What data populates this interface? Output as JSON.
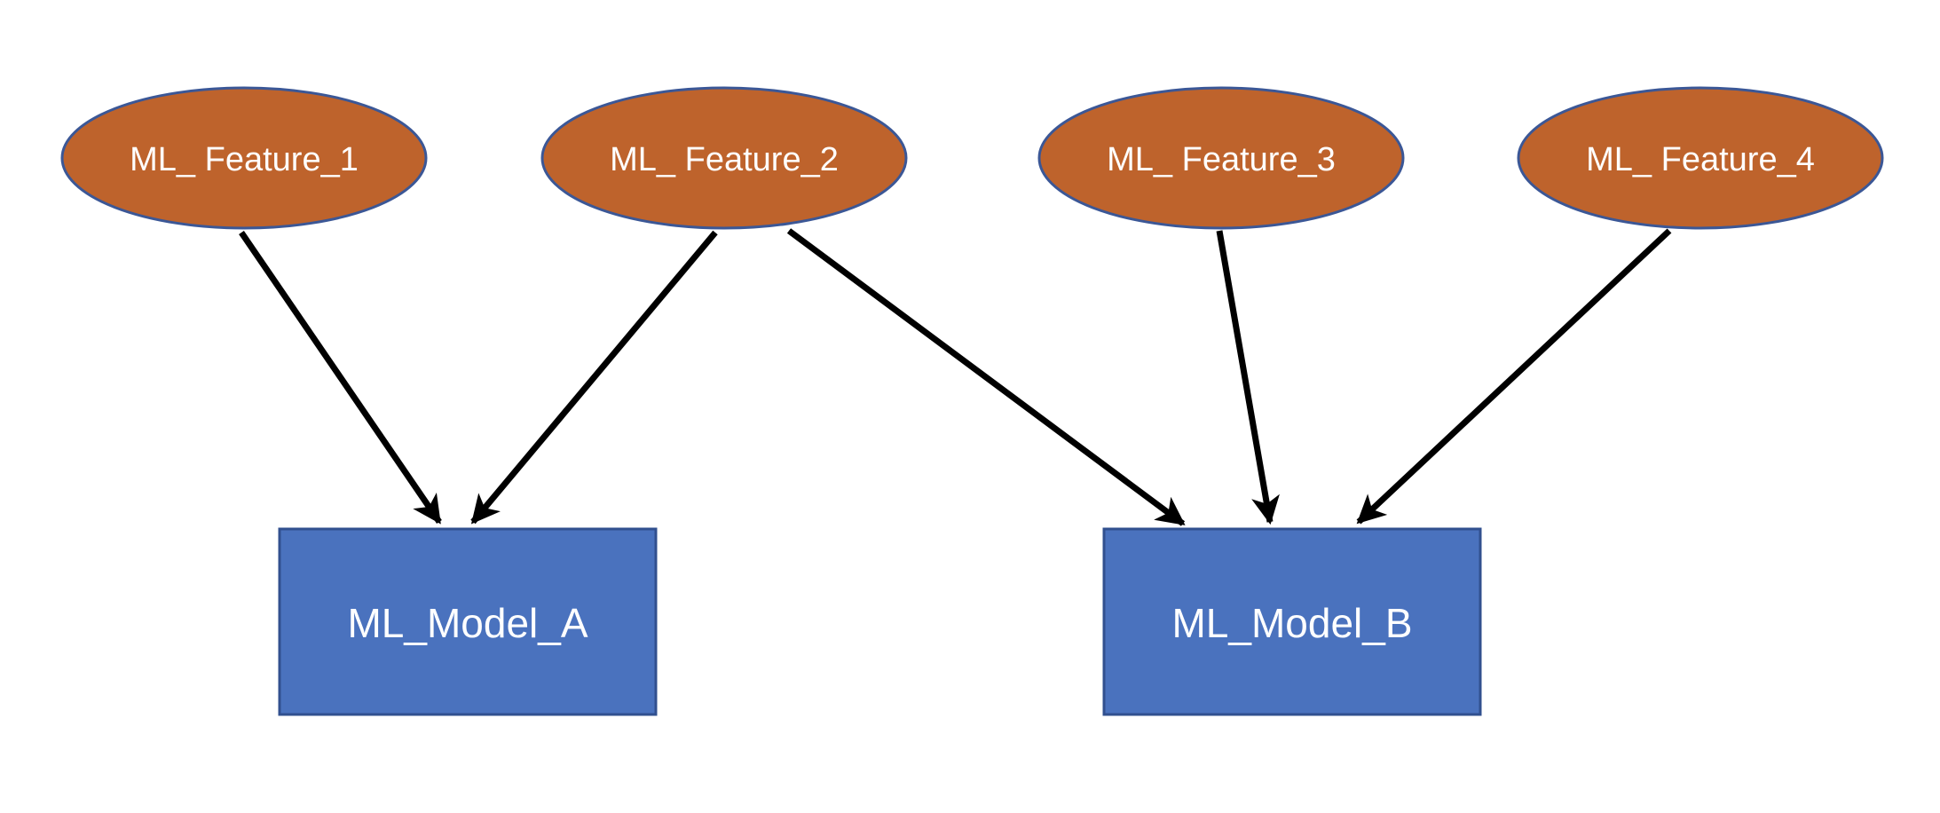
{
  "diagram": {
    "type": "graph",
    "description": "ML features mapped to ML models",
    "features": [
      {
        "id": "feature-1",
        "label": "ML_ Feature_1",
        "shape": "ellipse"
      },
      {
        "id": "feature-2",
        "label": "ML_ Feature_2",
        "shape": "ellipse"
      },
      {
        "id": "feature-3",
        "label": "ML_ Feature_3",
        "shape": "ellipse"
      },
      {
        "id": "feature-4",
        "label": "ML_ Feature_4",
        "shape": "ellipse"
      }
    ],
    "models": [
      {
        "id": "model-a",
        "label": "ML_Model_A",
        "shape": "rectangle"
      },
      {
        "id": "model-b",
        "label": "ML_Model_B",
        "shape": "rectangle"
      }
    ],
    "edges": [
      {
        "from": "ML_ Feature_1",
        "to": "ML_Model_A"
      },
      {
        "from": "ML_ Feature_2",
        "to": "ML_Model_A"
      },
      {
        "from": "ML_ Feature_2",
        "to": "ML_Model_B"
      },
      {
        "from": "ML_ Feature_3",
        "to": "ML_Model_B"
      },
      {
        "from": "ML_ Feature_4",
        "to": "ML_Model_B"
      }
    ],
    "colors": {
      "background": "#FFFFFF",
      "feature_fill": "#BE632C",
      "feature_stroke": "#3B5796",
      "model_fill": "#4A72BE",
      "model_stroke": "#31508F",
      "arrow": "#000000",
      "label_text": "#FFFFFF"
    }
  }
}
